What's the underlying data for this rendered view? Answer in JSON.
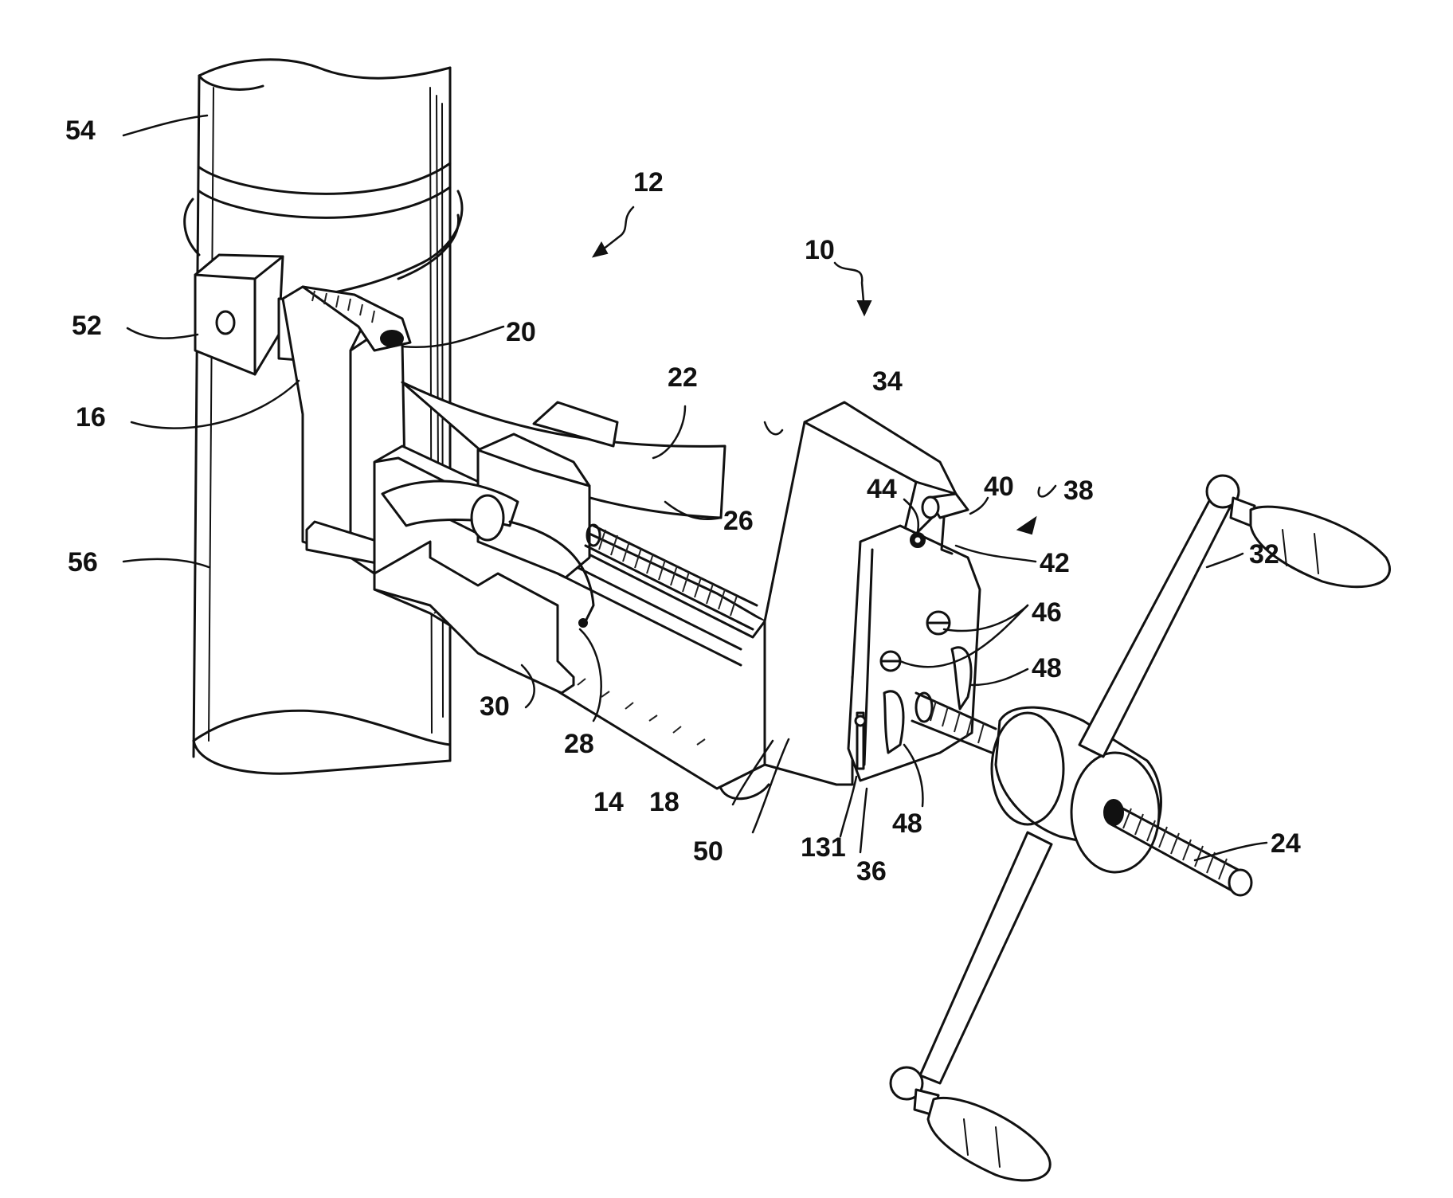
{
  "labels": {
    "l10": "10",
    "l12": "12",
    "l14": "14",
    "l16": "16",
    "l18": "18",
    "l20": "20",
    "l22": "22",
    "l24": "24",
    "l26": "26",
    "l28": "28",
    "l30": "30",
    "l32": "32",
    "l34": "34",
    "l36": "36",
    "l38": "38",
    "l40": "40",
    "l42": "42",
    "l44": "44",
    "l46": "46",
    "l48a": "48",
    "l48b": "48",
    "l50": "50",
    "l52": "52",
    "l54": "54",
    "l56": "56",
    "l131": "131"
  }
}
